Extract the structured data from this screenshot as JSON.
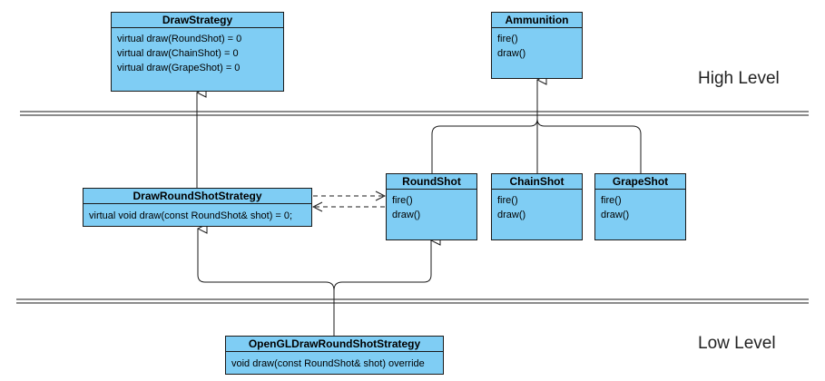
{
  "classes": {
    "draw_strategy": {
      "name": "DrawStrategy",
      "methods": [
        "virtual draw(RoundShot) = 0",
        "virtual draw(ChainShot) = 0",
        "virtual draw(GrapeShot) = 0"
      ]
    },
    "ammunition": {
      "name": "Ammunition",
      "methods": [
        "fire()",
        "draw()"
      ]
    },
    "draw_round_shot_strategy": {
      "name": "DrawRoundShotStrategy",
      "methods": [
        "virtual void draw(const RoundShot& shot) = 0;"
      ]
    },
    "round_shot": {
      "name": "RoundShot",
      "methods": [
        "fire()",
        "draw()"
      ]
    },
    "chain_shot": {
      "name": "ChainShot",
      "methods": [
        "fire()",
        "draw()"
      ]
    },
    "grape_shot": {
      "name": "GrapeShot",
      "methods": [
        "fire()",
        "draw()"
      ]
    },
    "opengl_draw_round_shot_strategy": {
      "name": "OpenGLDrawRoundShotStrategy",
      "methods": [
        "void draw(const RoundShot& shot) override"
      ]
    }
  },
  "labels": {
    "high_level": "High Level",
    "low_level": "Low Level"
  },
  "colors": {
    "class_fill": "#7fcdf4",
    "border": "#1a1a1a",
    "line": "#1a1a1a"
  }
}
